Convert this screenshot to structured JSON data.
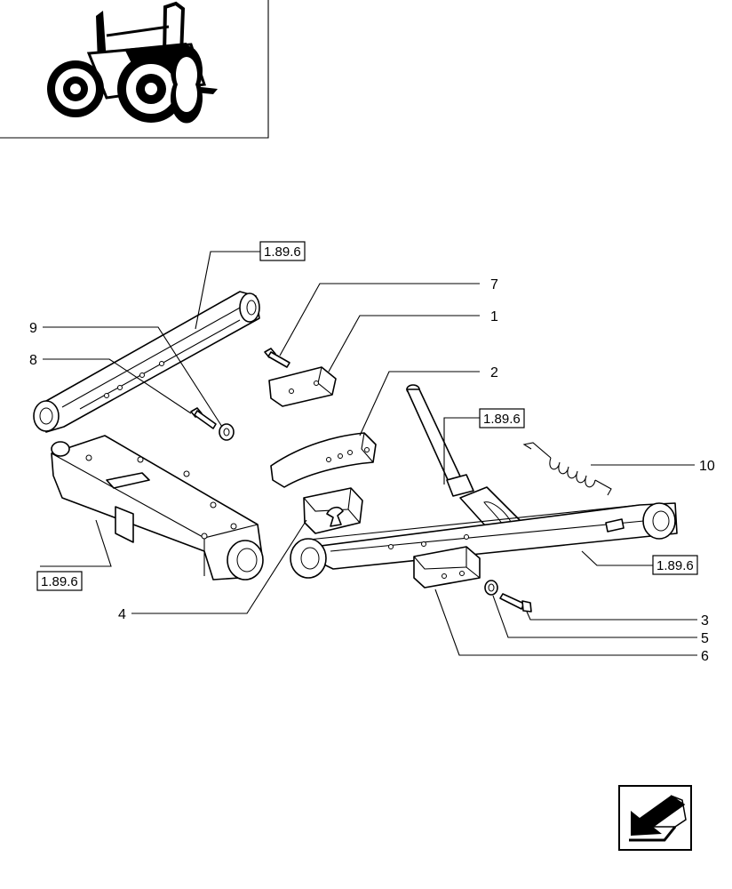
{
  "callouts": {
    "n1": "1",
    "n2": "2",
    "n3": "3",
    "n4": "4",
    "n5": "5",
    "n6": "6",
    "n7": "7",
    "n8": "8",
    "n9": "9",
    "n10": "10"
  },
  "references": {
    "ref_top_link": "1.89.6",
    "ref_lift_rod": "1.89.6",
    "ref_drawbar_frame": "1.89.6",
    "ref_lower_arm": "1.89.6"
  },
  "icons": {
    "tractor": "tractor-thumbnail-icon",
    "nav": "previous-page-arrow-icon"
  }
}
